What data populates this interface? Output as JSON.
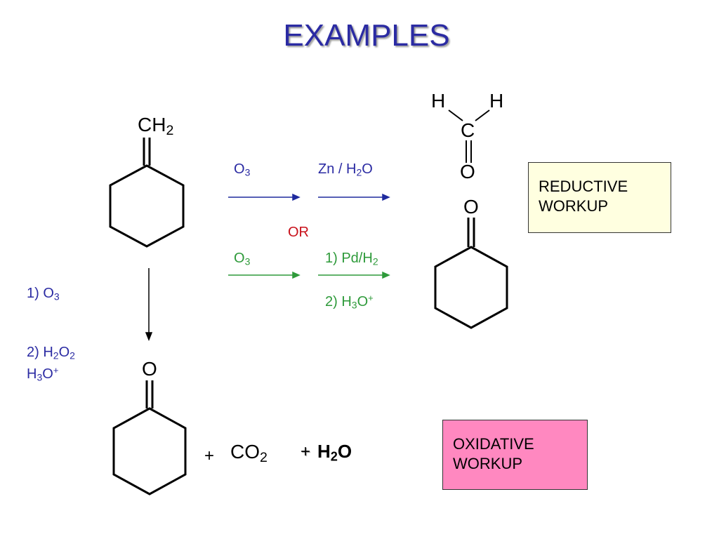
{
  "title": "EXAMPLES",
  "reagents": {
    "o3_top": "O",
    "zn": "Zn / H",
    "zn_tail": "O",
    "or": "OR",
    "o3_mid": "O",
    "pd": "1) Pd/H",
    "h3o_mid": "2)  H",
    "h3o_mid_tail": "O",
    "step1": "1)  O",
    "step2": "2) H",
    "step2_mid": "O",
    "step2b": "H",
    "step2b_tail": "O",
    "plus_sign": "+",
    "sub3": "3",
    "sub2": "2"
  },
  "atoms": {
    "ch2": "CH",
    "h_left": "H",
    "h_right": "H",
    "c": "C",
    "o_formaldehyde": "O",
    "o_ketone_top": "O",
    "o_ketone_bottom": "O"
  },
  "products": {
    "plus1": "+",
    "co2": "CO",
    "plus2": "+",
    "h2o": "H",
    "h2o_tail": "O"
  },
  "boxes": {
    "reductive": [
      "REDUCTIVE",
      "WORKUP"
    ],
    "oxidative": [
      "OXIDATIVE",
      "WORKUP"
    ]
  },
  "colors": {
    "title": "#2b2ba3",
    "reductive_arrows": "#1f2a9e",
    "alternate_arrows": "#2e9a3a",
    "or_text": "#c8101a",
    "reductive_box": "#ffffe0",
    "oxidative_box": "#ff88c0"
  }
}
